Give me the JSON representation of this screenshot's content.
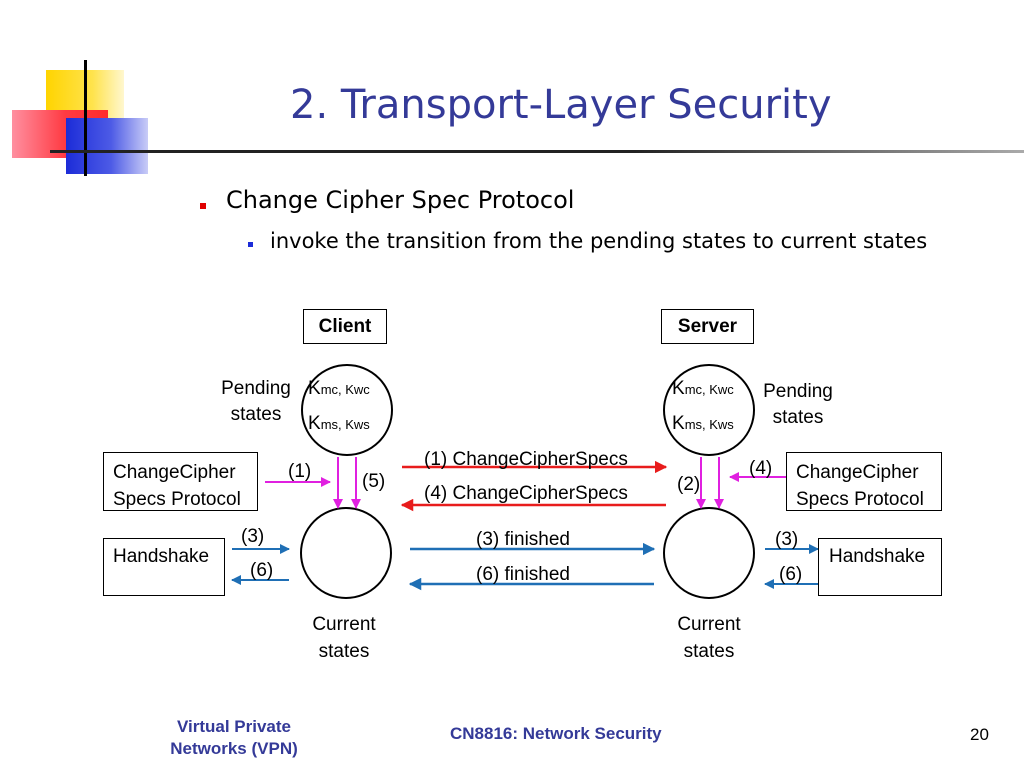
{
  "title": "2. Transport-Layer Security",
  "bullet_main": "Change Cipher Spec Protocol",
  "bullet_sub": "invoke the transition from the pending states to current states",
  "client": {
    "label": "Client",
    "pending_label": [
      "Pending",
      "states"
    ],
    "key_line1": {
      "k": "K",
      "sub": "mc, Kwc"
    },
    "key_line2": {
      "k": "K",
      "sub": "ms, Kws"
    },
    "current_label": [
      "Current",
      "states"
    ],
    "ccs_box": [
      "ChangeCipher",
      "Specs Protocol"
    ],
    "handshake_box": "Handshake"
  },
  "server": {
    "label": "Server",
    "pending_label": [
      "Pending",
      "states"
    ],
    "key_line1": {
      "k": "K",
      "sub": "mc, Kwc"
    },
    "key_line2": {
      "k": "K",
      "sub": "ms, Kws"
    },
    "current_label": [
      "Current",
      "states"
    ],
    "ccs_box": [
      "ChangeCipher",
      "Specs Protocol"
    ],
    "handshake_box": "Handshake"
  },
  "messages": {
    "ccs_1": "(1) ChangeCipherSpecs",
    "ccs_4": "(4) ChangeCipherSpecs",
    "fin_3": "(3) finished",
    "fin_6": "(6) finished"
  },
  "step_labels": {
    "c1": "(1)",
    "c5": "(5)",
    "c3": "(3)",
    "c6": "(6)",
    "s4": "(4)",
    "s2": "(2)",
    "s3": "(3)",
    "s6": "(6)"
  },
  "colors": {
    "title": "#343a98",
    "bullet1": "#e00000",
    "bullet2": "#1c2cd8",
    "red_arrow": "#e81c1c",
    "magenta_arrow": "#e020e0",
    "blue_arrow": "#1f6fb5"
  },
  "footer": {
    "left": [
      "Virtual Private",
      "Networks (VPN)"
    ],
    "center": "CN8816: Network Security",
    "page": "20"
  }
}
